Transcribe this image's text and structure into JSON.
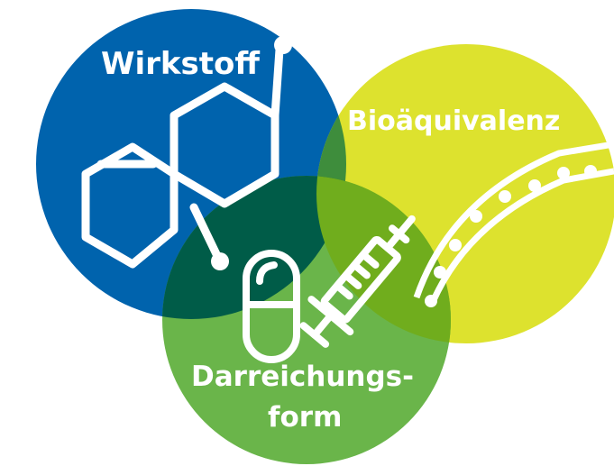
{
  "circles": [
    {
      "id": "wirkstoff",
      "label": "Wirkstoff",
      "color": "#0063ad"
    },
    {
      "id": "bioaequivalenz",
      "label": "Bioäquivalenz",
      "color": "#dde22e"
    },
    {
      "id": "darreichungsform",
      "label_line1": "Darreichungs-",
      "label_line2": "form",
      "color": "#6ab54a"
    }
  ],
  "overlap_colors": {
    "wirkstoff_darreichungsform": "#005c48",
    "bioaequivalenz_darreichungsform": "#70ad1d",
    "wirkstoff_bioaequivalenz": "#3e8d3c"
  },
  "icons": [
    "molecule-icon",
    "capsule-icon",
    "syringe-icon",
    "dotted-arc-icon"
  ]
}
